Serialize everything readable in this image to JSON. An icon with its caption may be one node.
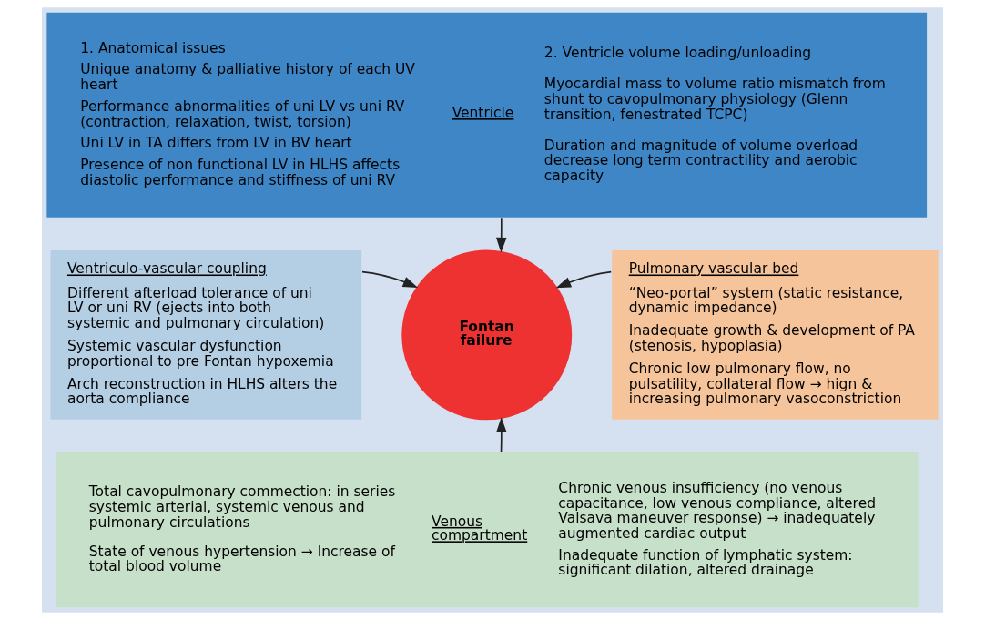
{
  "diagram": {
    "nodes": [
      {
        "text": [
          "1. Anatomical issues",
          "Unique anatomy & palliative history of each UV heart",
          "Performance abnormalities of uni LV vs uni RV (contraction, relaxation, twist, torsion)",
          "Uni LV in TA differs from LV in BV heart",
          "Presence of non functional LV in HLHS affects diastolic performance and stiffness of uni RV",
          "Ventricle",
          "2. Ventricle volume loading/unloading",
          "Myocardial mass to volume ratio mismatch from shunt to cavopulmonary physiology (Glenn transition, fenestrated TCPC)",
          "Duration and magnitude of volume overload decrease long term contractility and aerobic capacity"
        ]
      },
      {
        "text": [
          "Ventriculo-vascular coupling",
          "Different afterload tolerance of uni LV or uni RV (ejects into both systemic and pulmonary circulation)",
          "Systemic vascular dysfunction proportional to pre Fontan hypoxemia",
          "Arch reconstruction in HLHS alters the aorta compliance"
        ]
      },
      {
        "text": [
          "Fontan failure"
        ]
      },
      {
        "text": [
          "Pulmonary vascular bed",
          "“Neo-portal” system (static resistance, dynamic impedance)",
          "Inadequate growth & development of PA (stenosis, hypoplasia)",
          "Chronic low pulmonary flow, no pulsatility, collateral flow → hign & increasing pulmonary vasoconstriction"
        ]
      },
      {
        "text": [
          "Total cavopulmonary commection: in series systemic arterial, systemic venous and pulmonary circulations",
          "State of venous hypertension → Increase of total blood volume",
          "Venous compartment",
          "Chronic venous insufficiency (no venous capacitance, low venous compliance, altered Valsava maneuver response) → inadequately augmented cardiac output",
          "Inadequate function of lymphatic system: significant dilation, altered drainage"
        ]
      }
    ],
    "edges": [
      {
        "from": 0,
        "to": 2,
        "arrow": "to"
      },
      {
        "from": 1,
        "to": 2,
        "arrow": "to"
      },
      {
        "from": 3,
        "to": 2,
        "arrow": "to"
      },
      {
        "from": 4,
        "to": 2,
        "arrow": "to"
      }
    ]
  }
}
